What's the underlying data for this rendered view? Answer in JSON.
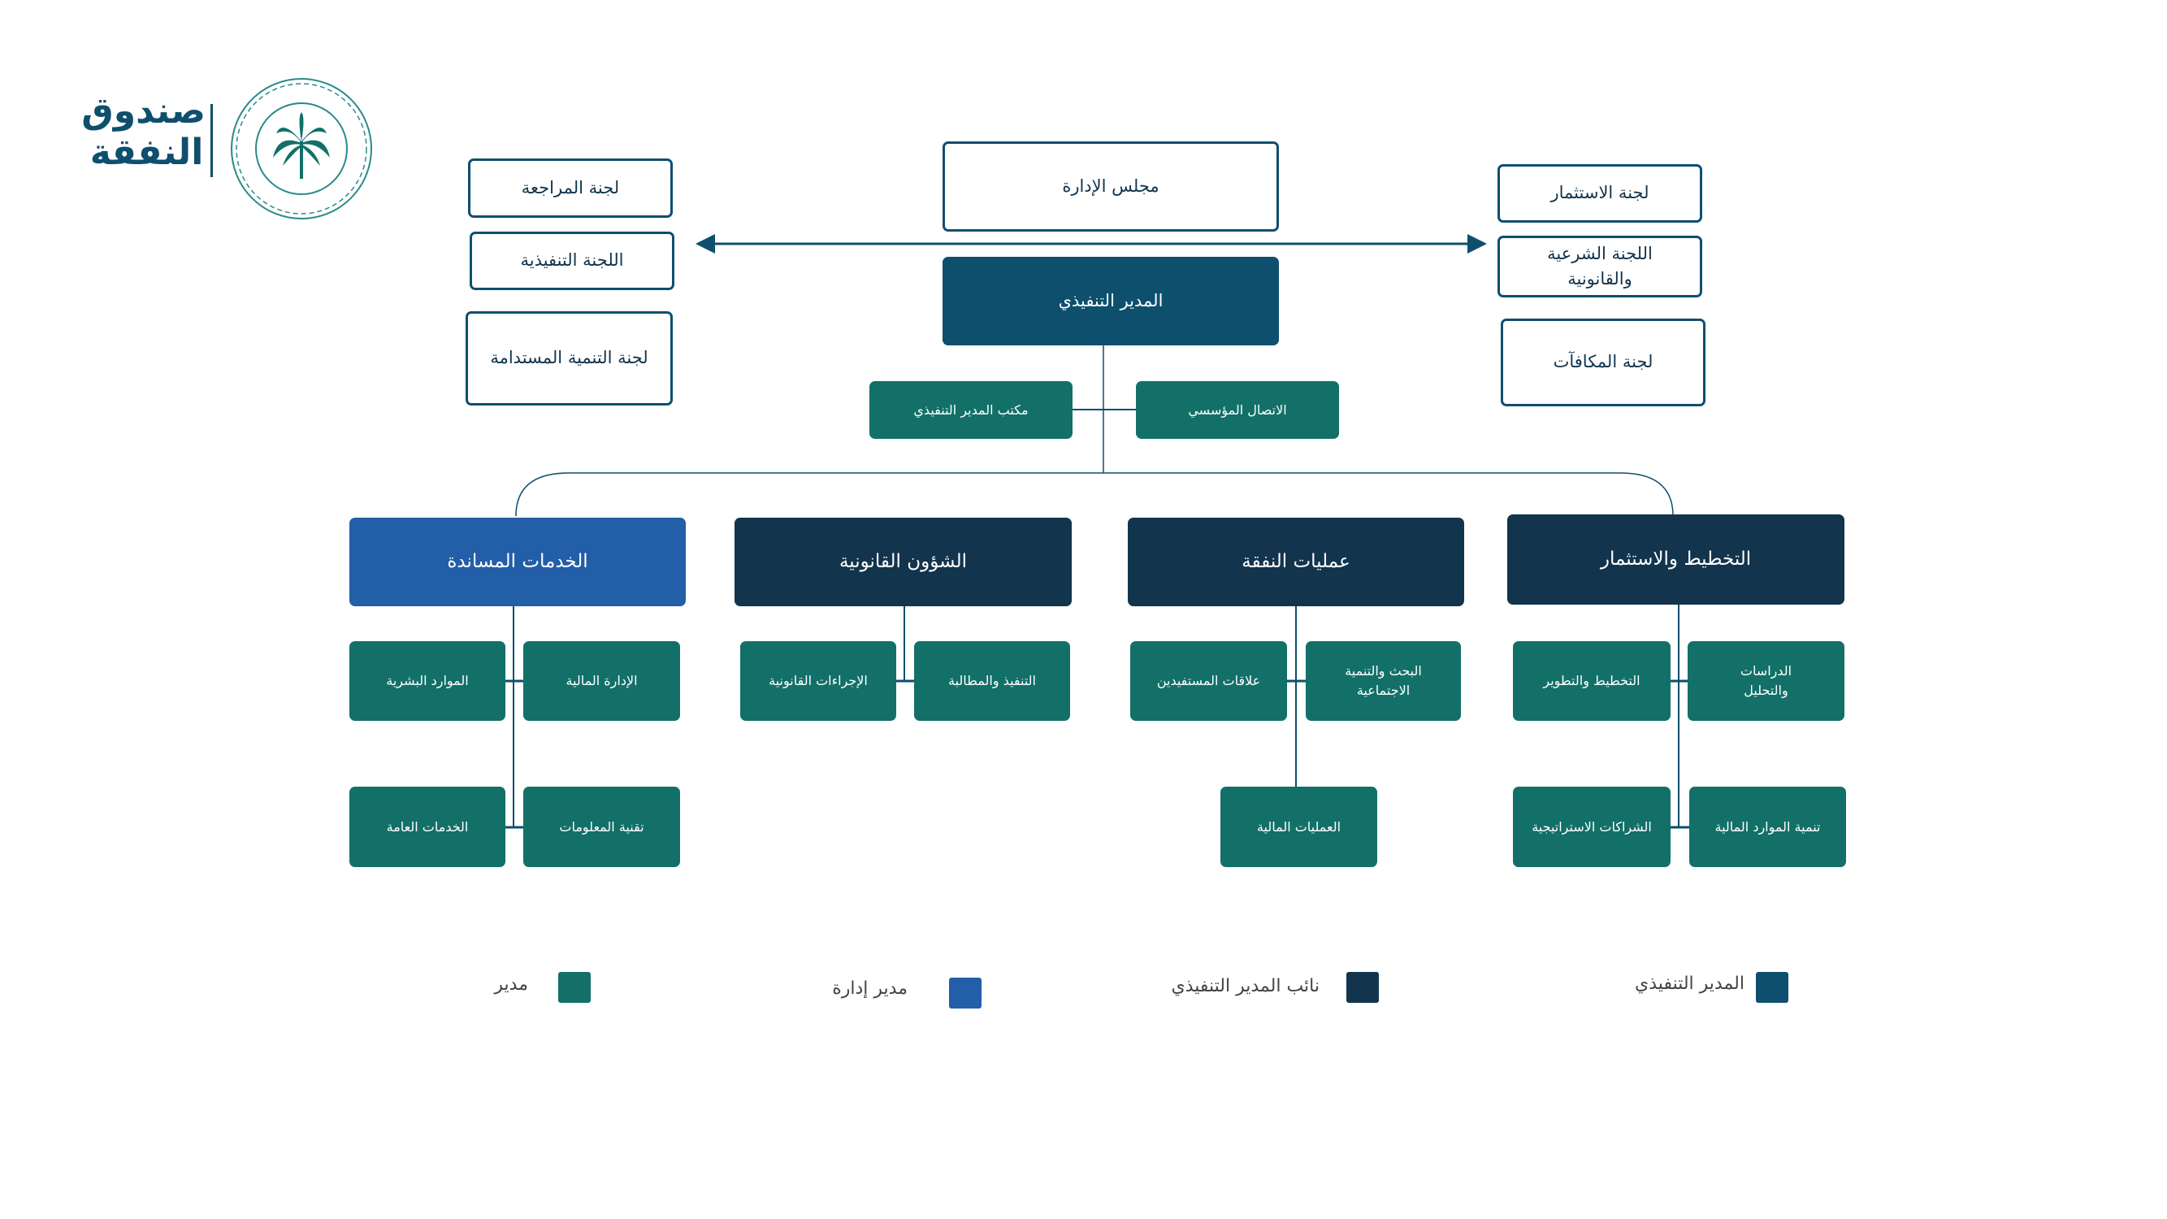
{
  "logo": {
    "name_line1": "صندوق",
    "name_line2": "النفقة"
  },
  "board": {
    "board_of_directors": "مجلس الإدارة",
    "ceo": "المدير التنفيذي",
    "left_committees": [
      "لجنة المراجعة",
      "اللجنة التنفيذية",
      "لجنة التنمية المستدامة"
    ],
    "right_committees": [
      "لجنة الاستثمار",
      "اللجنة الشرعية والقانونية",
      "لجنة المكافآت"
    ],
    "ceo_office": "مكتب المدير التنفيذي",
    "corporate_communication": "الاتصال المؤسسي"
  },
  "sectors": [
    {
      "title": "الخدمات المساندة",
      "units": [
        "الإدارة المالية",
        "الموارد البشرية",
        "تقنية المعلومات",
        "الخدمات العامة"
      ]
    },
    {
      "title": "الشؤون القانونية",
      "units": [
        "التنفيذ والمطالبة",
        "الإجراءات القانونية"
      ]
    },
    {
      "title": "عمليات النفقة",
      "units": [
        "البحث والتنمية الاجتماعية",
        "علاقات المستفيدين",
        "العمليات المالية"
      ]
    },
    {
      "title": "التخطيط والاستثمار",
      "units": [
        "الدراسات والتحليل",
        "التخطيط والتطوير",
        "تنمية الموارد المالية",
        "الشراكات الاستراتيجية"
      ]
    }
  ],
  "legend": [
    {
      "label": "المدير التنفيذي",
      "color": "#0e4f6e"
    },
    {
      "label": "نائب المدير التنفيذي",
      "color": "#12344d"
    },
    {
      "label": "مدير إدارة",
      "color": "#235ea8"
    },
    {
      "label": "مدير",
      "color": "#127068"
    }
  ]
}
